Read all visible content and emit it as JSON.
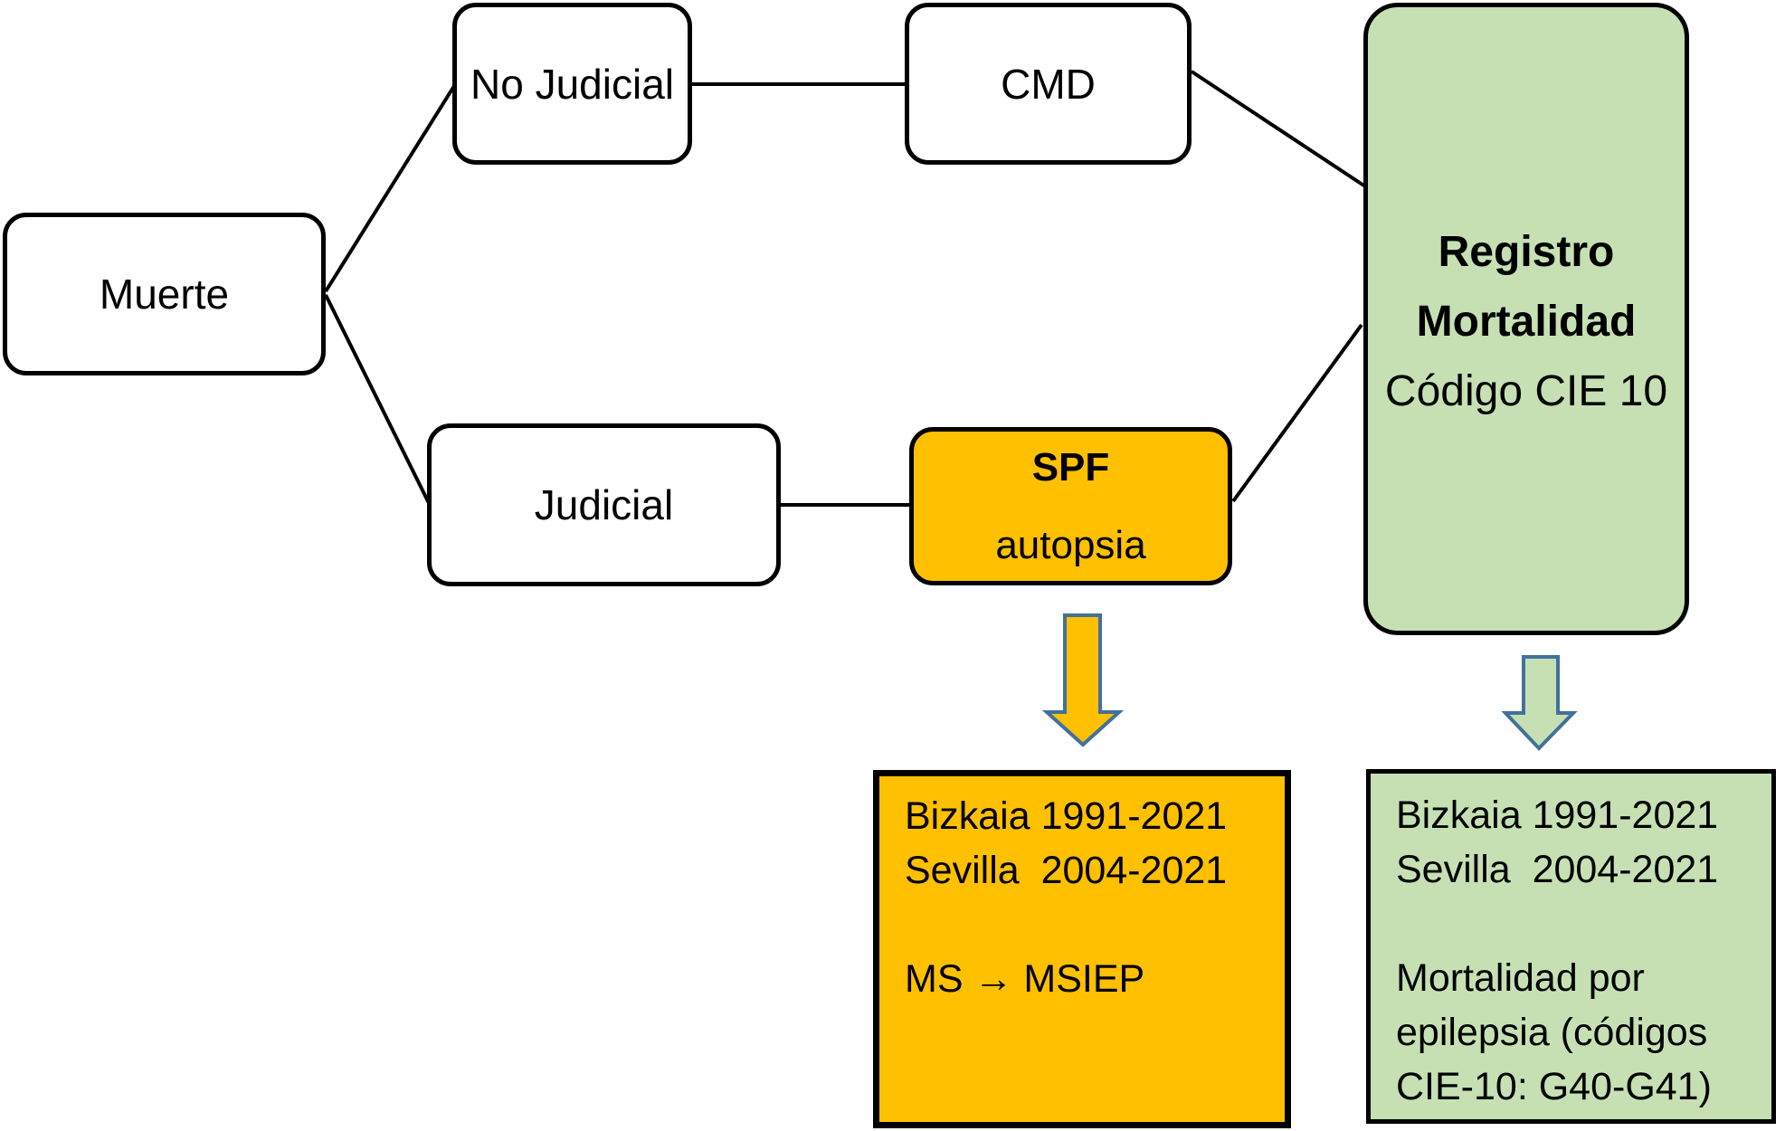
{
  "nodes": {
    "muerte": {
      "label": "Muerte"
    },
    "no_judicial": {
      "label": "No Judicial"
    },
    "cmd": {
      "label": "CMD"
    },
    "judicial": {
      "label": "Judicial"
    },
    "spf": {
      "title": "SPF",
      "subtitle": "autopsia"
    },
    "registro_mortalidad": {
      "title_line1": "Registro",
      "title_line2": "Mortalidad",
      "subtitle": "Código CIE 10"
    }
  },
  "result_boxes": {
    "spf_data": {
      "line1": "Bizkaia 1991-2021",
      "line2": "Sevilla  2004-2021",
      "line3": "",
      "line4": "MS → MSIEP"
    },
    "registro_data": {
      "line1": "Bizkaia 1991-2021",
      "line2": "Sevilla  2004-2021",
      "line3": "",
      "line4": "Mortalidad por",
      "line5": "epilepsia (códigos",
      "line6": "CIE-10: G40-G41)"
    }
  },
  "colors": {
    "orange_fill": "#FFC000",
    "green_fill": "#C6E0B4",
    "arrow_outline": "#41719C",
    "connector_line": "#000000"
  }
}
